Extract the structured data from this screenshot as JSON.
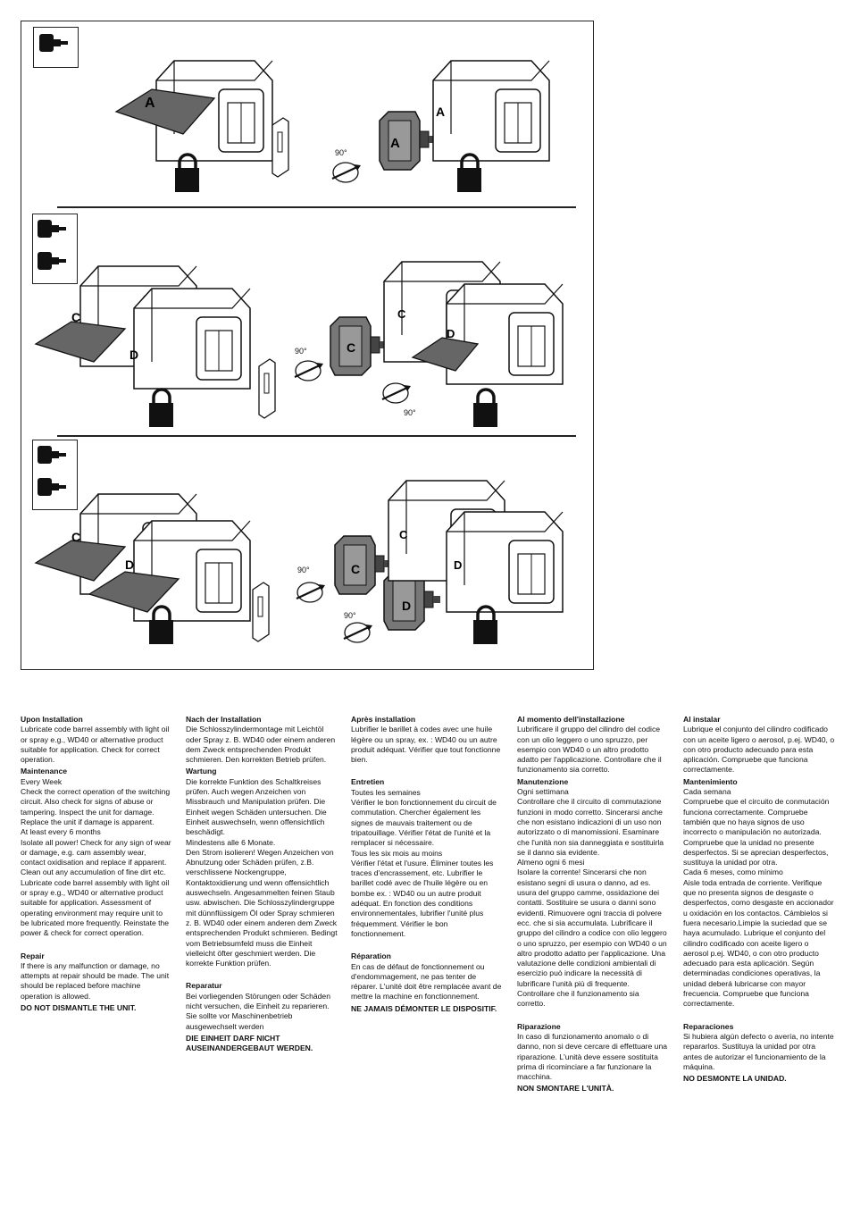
{
  "figures": {
    "angle_label": "90°",
    "module_labels": [
      "A",
      "C",
      "D"
    ]
  },
  "columns": [
    {
      "lang": "en",
      "sections": [
        {
          "heading": "Upon Installation",
          "body": "Lubricate code barrel assembly with light oil or spray e.g., WD40 or alternative product suitable for application. Check for correct operation."
        },
        {
          "heading": "Maintenance",
          "body": "Every Week\nCheck the correct operation of the switching circuit. Also check for signs of abuse or tampering. Inspect the unit for damage. Replace the unit if damage is apparent.\nAt least every 6 months\nIsolate all power! Check for any sign of wear or damage, e.g. cam assembly wear, contact oxidisation and replace if apparent. Clean out any accumulation of fine dirt etc. Lubricate code barrel assembly with light oil or spray  e.g., WD40 or alternative product suitable for application. Assessment of operating environment may require unit to be lubricated more frequently. Reinstate the power & check for correct operation."
        },
        {
          "heading": "Repair",
          "body": "If there is any malfunction or damage, no attempts at repair should be made. The unit should be replaced before machine operation is allowed.",
          "warning": "DO NOT DISMANTLE THE UNIT."
        }
      ]
    },
    {
      "lang": "de",
      "sections": [
        {
          "heading": "Nach der Installation",
          "body": "Die Schlosszylindermontage mit Leichtöl oder Spray z. B. WD40 oder einem anderen dem Zweck entsprechenden Produkt schmieren. Den korrekten Betrieb prüfen."
        },
        {
          "heading": "Wartung",
          "body": "Die korrekte Funktion des Schaltkreises prüfen. Auch wegen Anzeichen von Missbrauch und Manipulation prüfen. Die Einheit wegen Schäden untersuchen. Die Einheit auswechseln, wenn offensichtlich beschädigt.\nMindestens alle 6 Monate.\nDen Strom isolieren! Wegen Anzeichen von Abnutzung oder Schäden prüfen, z.B. verschlissene Nockengruppe, Kontaktoxidierung und wenn offensichtlich auswechseln. Angesammelten feinen Staub usw. abwischen. Die Schlosszylindergruppe mit dünnflüssigem Öl oder Spray schmieren z. B. WD40 oder einem anderen dem Zweck entsprechenden Produkt schmieren. Bedingt vom Betriebsumfeld muss die Einheit vielleicht öfter geschmiert werden. Die korrekte Funktion prüfen."
        },
        {
          "heading": "Reparatur",
          "body": "Bei vorliegenden Störungen oder Schäden nicht versuchen, die Einheit zu reparieren. Sie sollte vor Maschinenbetrieb ausgewechselt werden",
          "warning": "DIE EINHEIT DARF NICHT AUSEINANDERGEBAUT WERDEN."
        }
      ]
    },
    {
      "lang": "fr",
      "sections": [
        {
          "heading": "Après installation",
          "body": "Lubrifier le barillet à codes avec une huile légère ou un spray, ex. : WD40 ou un autre produit adéquat. Vérifier que tout fonctionne bien."
        },
        {
          "heading": "Entretien",
          "body": "Toutes les semaines\nVérifier le bon fonctionnement du circuit de commutation. Chercher également les signes de mauvais traitement ou de tripatouillage. Vérifier l'état de l'unité et la remplacer si nécessaire.\nTous les six mois au moins\nVérifier l'état et l'usure. Éliminer toutes les traces d'encrassement, etc. Lubrifier le barillet codé avec de l'huile légère ou en bombe ex. : WD40 ou un autre produit adéquat. En fonction des conditions environnementales, lubrifier l'unité plus fréquemment. Vérifier le bon fonctionnement."
        },
        {
          "heading": "Réparation",
          "body": "En cas de défaut de fonctionnement ou d'endommagement, ne pas tenter de réparer. L'unité doit être remplacée avant de mettre la machine en fonctionnement.",
          "warning": "NE JAMAIS DÉMONTER LE DISPOSITIF."
        }
      ]
    },
    {
      "lang": "it",
      "sections": [
        {
          "heading": "Al momento dell'installazione",
          "body": "Lubrificare il gruppo del cilindro del codice con un olio leggero o uno spruzzo, per esempio con WD40 o un altro prodotto adatto per l'applicazione.  Controllare che il funzionamento sia corretto."
        },
        {
          "heading": "Manutenzione",
          "body": "Ogni settimana\nControllare che il circuito di commutazione funzioni in modo corretto. Sincerarsi anche che non esistano indicazioni di un uso non autorizzato o di manomissioni. Esaminare che l'unità non sia danneggiata e sostituirla se il danno sia evidente.\nAlmeno ogni 6 mesi\nIsolare la corrente! Sincerarsi che non esistano segni di usura o danno, ad es. usura del gruppo camme, ossidazione dei contatti. Sostituire se usura o danni sono evidenti. Rimuovere ogni traccia di polvere ecc. che si sia accumulata. Lubrificare il gruppo del cilindro a codice con olio leggero o uno spruzzo, per esempio con WD40 o un altro prodotto adatto per l'applicazione. Una valutazione delle condizioni ambientali di esercizio può indicare la necessità di lubrificare l'unità più di frequente. Controllare che il funzionamento sia corretto."
        },
        {
          "heading": "Riparazione",
          "body": "In caso di funzionamento anomalo o di danno, non si deve cercare di effettuare una riparazione. L'unità deve essere sostituita prima di ricominciare a far funzionare la macchina.",
          "warning": "NON SMONTARE L'UNITÀ."
        }
      ]
    },
    {
      "lang": "es",
      "sections": [
        {
          "heading": "Al instalar",
          "body": "Lubrique el conjunto del cilindro codificado con un aceite ligero o aerosol, p.ej. WD40, o con otro producto adecuado para esta aplicación.  Compruebe que funciona correctamente."
        },
        {
          "heading": "Mantenimiento",
          "body": "Cada semana\nCompruebe que el circuito de conmutación funciona correctamente. Compruebe también que no haya signos de uso incorrecto o manipulación no autorizada. Compruebe que la unidad no presente desperfectos. Si se aprecian desperfectos, sustituya la unidad por otra.\nCada 6 meses, como mínimo\nAisle toda entrada de corriente. Verifique que no presenta signos de desgaste o desperfectos, como desgaste en accionador u oxidación en los contactos. Cámbielos si fuera necesario.Limpie la suciedad que se haya acumulado. Lubrique el conjunto del cilindro codificado con aceite ligero o aerosol p.ej. WD40, o con otro producto adecuado para esta aplicación. Según determinadas condiciones operativas, la unidad deberá lubricarse con mayor frecuencia. Compruebe que funciona correctamente."
        },
        {
          "heading": "Reparaciones",
          "body": "Si hubiera algún defecto o avería, no intente repararlos. Sustituya la unidad por otra antes de autorizar el funcionamiento de la máquina.",
          "warning": "NO DESMONTE LA UNIDAD."
        }
      ]
    }
  ]
}
